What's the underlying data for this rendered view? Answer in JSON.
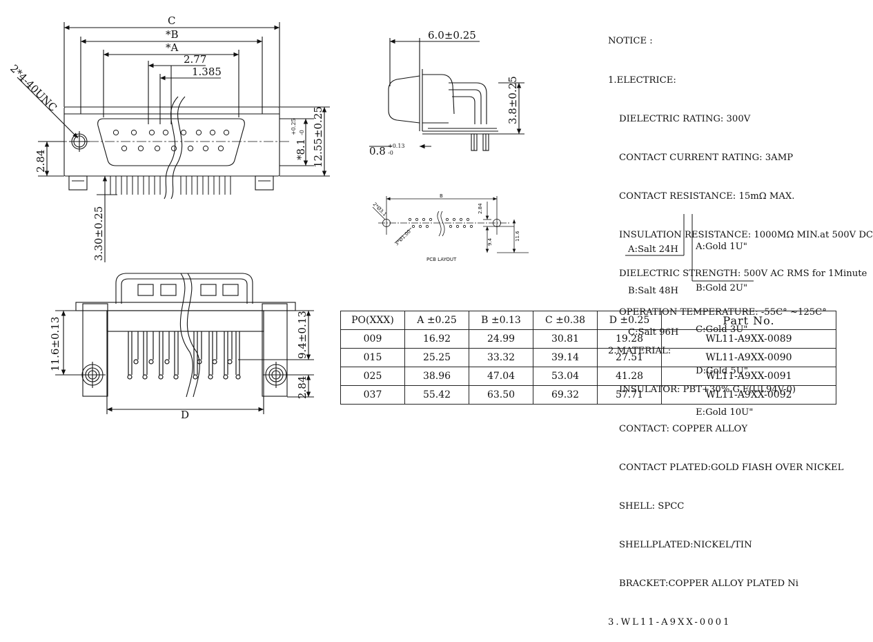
{
  "front_view": {
    "dim_c": "C",
    "dim_b": "*B",
    "dim_a": "*A",
    "dim_277": "2.77",
    "dim_1385": "1.385",
    "thread": "2*4-40UNC",
    "dim_284": "2.84",
    "dim_330": "3.30±0.25",
    "dim_81": "*8.1",
    "dim_81_tol_top": "+0.25",
    "dim_81_tol_bot": "-0",
    "dim_1255": "12.55±0.25"
  },
  "side_view": {
    "dim_60": "6.0±0.25",
    "dim_38": "3.8±0.25",
    "dim_08": "0.8",
    "dim_08_tol_top": "+0.13",
    "dim_08_tol_bot": "-0"
  },
  "pcb_layout": {
    "title": "PCB LAYOUT",
    "dim_b": "B",
    "dim_284": "2.84",
    "dim_94": "9.4",
    "dim_116": "11.6",
    "hole_label": "3*Ø1.00",
    "big_hole_label": "2*Ø3.1"
  },
  "bottom_view": {
    "dim_116": "11.6±0.13",
    "dim_94": "9.4±0.13",
    "dim_284": "2.84",
    "dim_d": "D"
  },
  "notice": {
    "title": "NOTICE :",
    "section1": "1.ELECTRICE:",
    "electric": [
      "DIELECTRIC RATING: 300V",
      "CONTACT CURRENT RATING: 3AMP",
      "CONTACT RESISTANCE: 15mΩ MAX.",
      "INSULATION RESISTANCE: 1000MΩ MIN.at 500V DC",
      "DIELECTRIC STRENGTH: 500V AC RMS for 1Minute",
      "OPERATION TEMPERATURE: -55C° ~125C°"
    ],
    "section2": "2.MATERIAL:",
    "material": [
      "INSULATOR: PBT+30% G.F(UL94V-0)",
      "CONTACT: COPPER ALLOY",
      "CONTACT PLATED:GOLD FIASH OVER NICKEL",
      "SHELL: SPCC",
      "SHELLPLATED:NICKEL/TIN",
      "BRACKET:COPPER ALLOY PLATED Ni"
    ],
    "code": "3.WL11-A9XX-0001",
    "salt_options": [
      "A:Salt 24H",
      "B:Salt 48H",
      "C:Salt 96H"
    ],
    "gold_options": [
      "A:Gold 1U\"",
      "B:Gold 2U\"",
      "C:Gold 3U\"",
      "D:Gold 5U\"",
      "E:Gold 10U\""
    ]
  },
  "table": {
    "headers": [
      "PO(XXX)",
      "A ±0.25",
      "B ±0.13",
      "C ±0.38",
      "D ±0.25",
      "Part  No."
    ],
    "rows": [
      [
        "009",
        "16.92",
        "24.99",
        "30.81",
        "19.28",
        "WL11-A9XX-0089"
      ],
      [
        "015",
        "25.25",
        "33.32",
        "39.14",
        "27.51",
        "WL11-A9XX-0090"
      ],
      [
        "025",
        "38.96",
        "47.04",
        "53.04",
        "41.28",
        "WL11-A9XX-0091"
      ],
      [
        "037",
        "55.42",
        "63.50",
        "69.32",
        "57.71",
        "WL11-A9XX-0092"
      ]
    ]
  }
}
